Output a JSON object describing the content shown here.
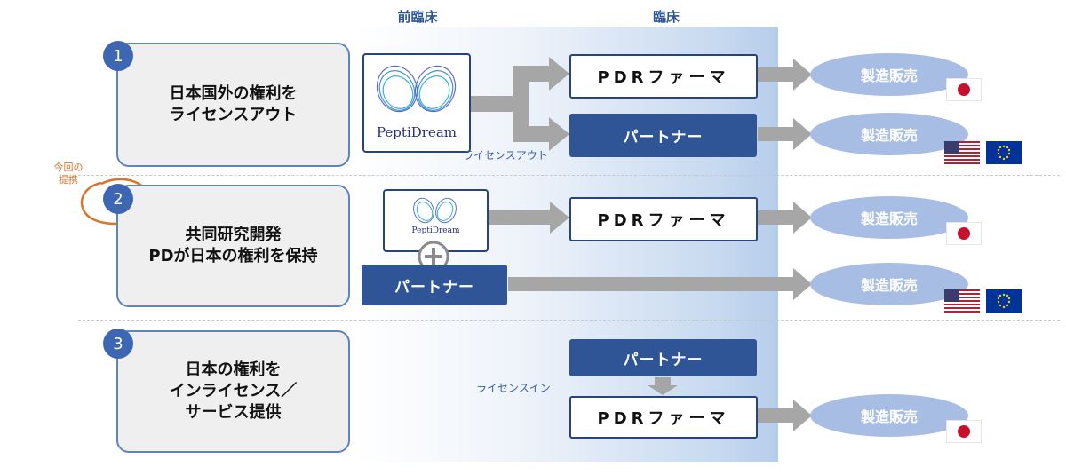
{
  "phases": {
    "preclinical": "前臨床",
    "clinical": "臨床"
  },
  "rows": [
    {
      "number": "1",
      "description": "日本国外の権利を\nライセンスアウト",
      "license_label": "ライセンスアウト",
      "pdr_label": "PDRファーマ",
      "partner_label": "パートナー",
      "sale_label_jp": "製造販売",
      "sale_label_global": "製造販売"
    },
    {
      "number": "2",
      "current_note": "今回の\n提携",
      "description": "共同研究開発\nPDが日本の権利を保持",
      "pdr_label": "PDRファーマ",
      "partner_label": "パートナー",
      "sale_label_jp": "製造販売",
      "sale_label_global": "製造販売"
    },
    {
      "number": "3",
      "description": "日本の権利を\nインライセンス／\nサービス提供",
      "license_label": "ライセンスイン",
      "pdr_label": "PDRファーマ",
      "partner_label": "パートナー",
      "sale_label_jp": "製造販売"
    }
  ],
  "logo": {
    "brand_text": "PeptiDream"
  },
  "colors": {
    "accent": "#2f5597",
    "circle": "#3d66b3",
    "oval": "#a8bde3",
    "arrow": "#a6a6a6",
    "highlight": "#d9742a"
  },
  "icons": [
    "japan-flag-icon",
    "us-flag-icon",
    "eu-flag-icon",
    "plus-icon"
  ]
}
